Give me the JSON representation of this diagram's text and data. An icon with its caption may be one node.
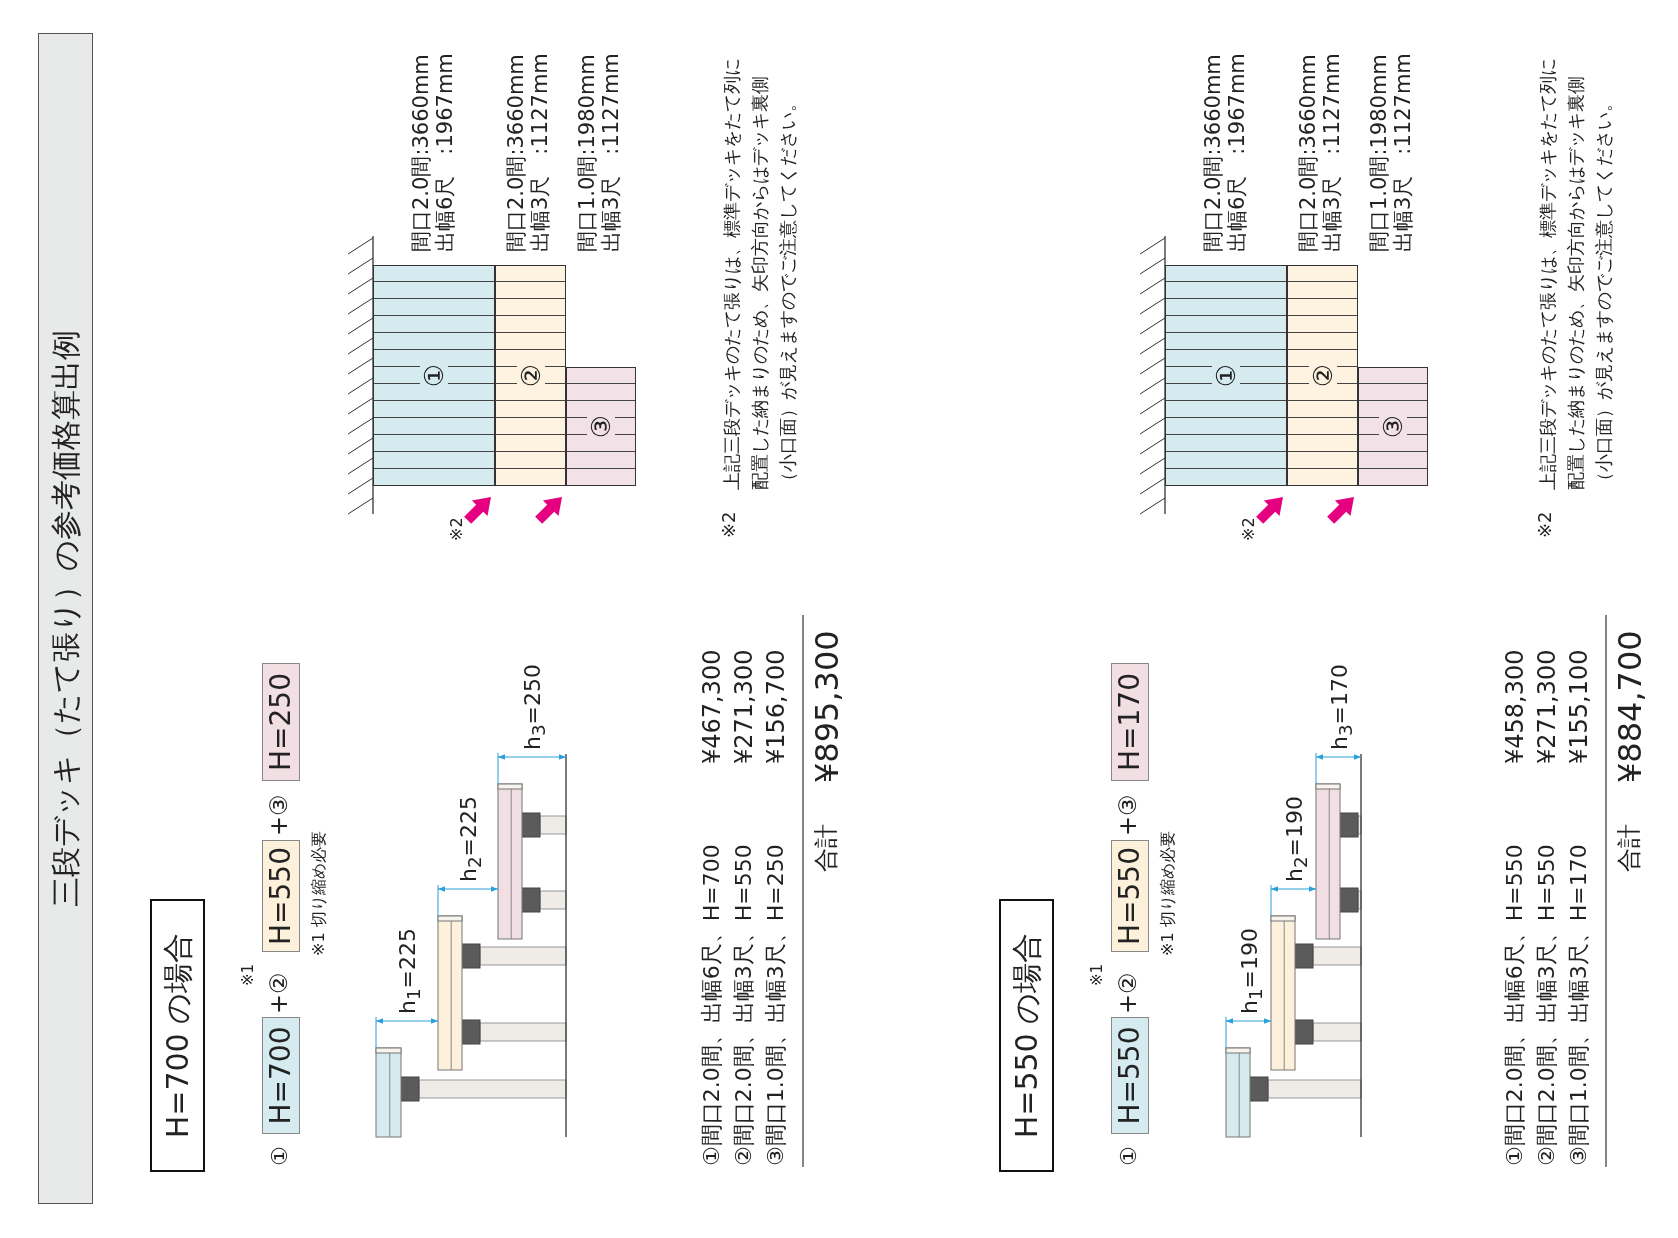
{
  "diagram": {
    "title": "三段デッキ（たて張り）の参考価格算出例",
    "nodes": [
      {
        "text": [
          "H=700 の場合"
        ]
      },
      {
        "text": [
          "H=700"
        ]
      },
      {
        "text": [
          "H=550"
        ],
        "beside": [
          "※1 切り縮め必要"
        ]
      },
      {
        "text": [
          "H=250"
        ]
      },
      {
        "text": [
          "①"
        ],
        "beside": [
          "間口2.0間:3660mm",
          "出幅6尺　:1967mm"
        ]
      },
      {
        "text": [
          "②"
        ],
        "beside": [
          "間口2.0間:3660mm",
          "出幅3尺　:1127mm"
        ]
      },
      {
        "text": [
          "③"
        ],
        "beside": [
          "間口1.0間:1980mm",
          "出幅3尺　:1127mm"
        ]
      },
      {
        "text": [
          "H=550 の場合"
        ]
      },
      {
        "text": [
          "H=550"
        ]
      },
      {
        "text": [
          "H=550"
        ],
        "beside": [
          "※1 切り縮め必要"
        ]
      },
      {
        "text": [
          "H=170"
        ]
      },
      {
        "text": [
          "①"
        ],
        "beside": [
          "間口2.0間:3660mm",
          "出幅6尺　:1967mm"
        ]
      },
      {
        "text": [
          "②"
        ],
        "beside": [
          "間口2.0間:3660mm",
          "出幅3尺　:1127mm"
        ]
      },
      {
        "text": [
          "③"
        ],
        "beside": [
          "間口1.0間:1980mm",
          "出幅3尺　:1127mm"
        ]
      }
    ],
    "edges": [
      {
        "from": null,
        "to": 5,
        "arrow": "to"
      },
      {
        "from": null,
        "to": 6,
        "arrow": "to"
      },
      {
        "from": null,
        "to": 12,
        "arrow": "to"
      },
      {
        "from": null,
        "to": 13,
        "arrow": "to"
      }
    ],
    "labels": [
      "①",
      "+②",
      "※1",
      "+③",
      "h$_{1}$=225",
      "h$_{2}$=225",
      "h$_{3}$=250",
      "①間口2.0間、出幅6尺、H=700",
      "¥467,300",
      "②間口2.0間、出幅3尺、H=550",
      "¥271,300",
      "③間口1.0間、出幅3尺、H=250",
      "¥156,700",
      "合計",
      "¥895,300",
      "※2",
      "※2",
      "上記三段デッキのたて張りは、標準デッキをたて列に配置した納まりのため、矢印方向からはデッキ裏側（小口面）が見えますのでご注意してください。",
      "①",
      "+②",
      "※1",
      "+③",
      "h$_{1}$=190",
      "h$_{2}$=190",
      "h$_{3}$=170",
      "①間口2.0間、出幅6尺、H=550",
      "¥458,300",
      "②間口2.0間、出幅3尺、H=550",
      "¥271,300",
      "③間口1.0間、出幅3尺、H=170",
      "¥155,100",
      "合計",
      "¥884,700",
      "※2",
      "※2",
      "上記三段デッキのたて張りは、標準デッキをたて列に配置した納まりのため、矢印方向からはデッキ裏側（小口面）が見えますのでご注意してください。"
    ]
  }
}
